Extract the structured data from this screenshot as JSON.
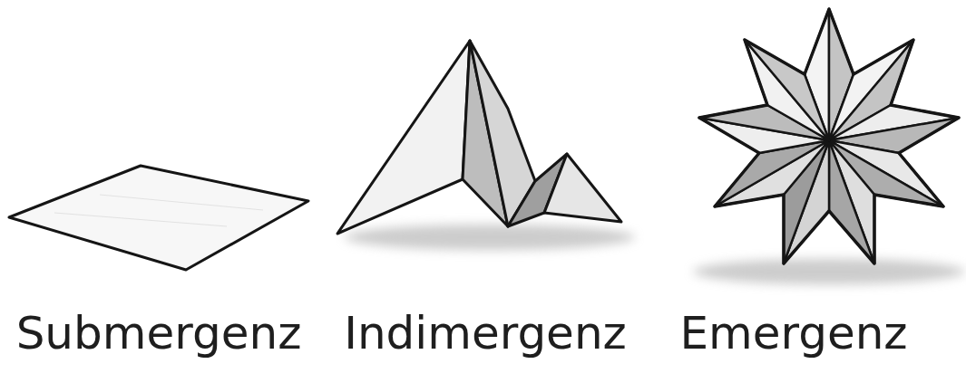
{
  "diagram": {
    "labels": [
      "Submergenz",
      "Indimergenz",
      "Emergenz"
    ]
  }
}
